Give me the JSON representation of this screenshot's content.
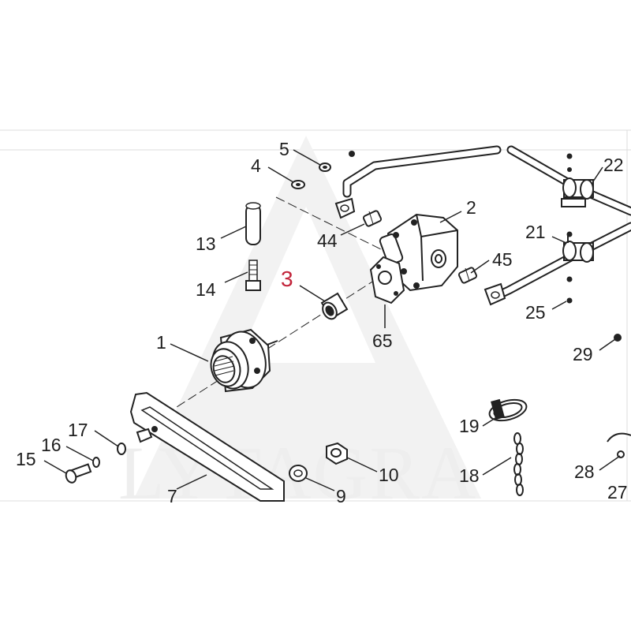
{
  "watermark": {
    "text": "LYTAGRA"
  },
  "highlight_color": "#c2243a",
  "callouts": {
    "c1": "1",
    "c2": "2",
    "c3": "3",
    "c4": "4",
    "c5": "5",
    "c7": "7",
    "c9": "9",
    "c10": "10",
    "c13": "13",
    "c14": "14",
    "c15": "15",
    "c16": "16",
    "c17": "17",
    "c18": "18",
    "c19": "19",
    "c21": "21",
    "c22": "22",
    "c25": "25",
    "c27": "27",
    "c28": "28",
    "c29": "29",
    "c44": "44",
    "c45": "45",
    "c65": "65"
  },
  "highlighted_callout": "3"
}
